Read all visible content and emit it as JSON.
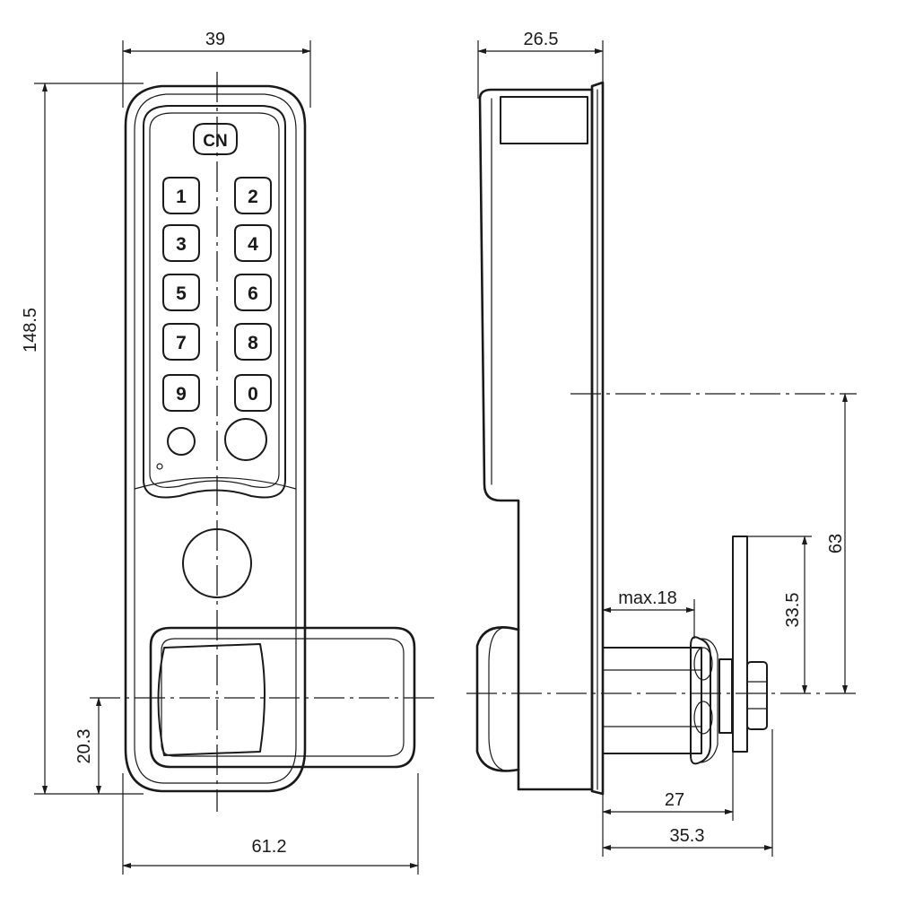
{
  "front_view": {
    "logo_text": "CN",
    "keys": [
      "1",
      "2",
      "3",
      "4",
      "5",
      "6",
      "7",
      "8",
      "9",
      "0"
    ],
    "dimensions": {
      "width_top": "39",
      "height_total": "148.5",
      "handle_offset": "20.3",
      "width_bottom": "61.2"
    }
  },
  "side_view": {
    "dimensions": {
      "depth_top": "26.5",
      "max_thickness": "max.18",
      "cam_height_63": "63",
      "cam_height_33": "33.5",
      "length_27": "27",
      "length_35": "35.3"
    }
  }
}
